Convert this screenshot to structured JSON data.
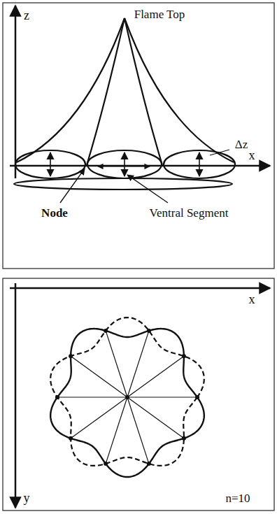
{
  "diagram": {
    "labels": [
      "z",
      "Flame Top",
      "Δz",
      "x",
      "Node",
      "Ventral Segment",
      "x",
      "y",
      "n=10"
    ]
  }
}
